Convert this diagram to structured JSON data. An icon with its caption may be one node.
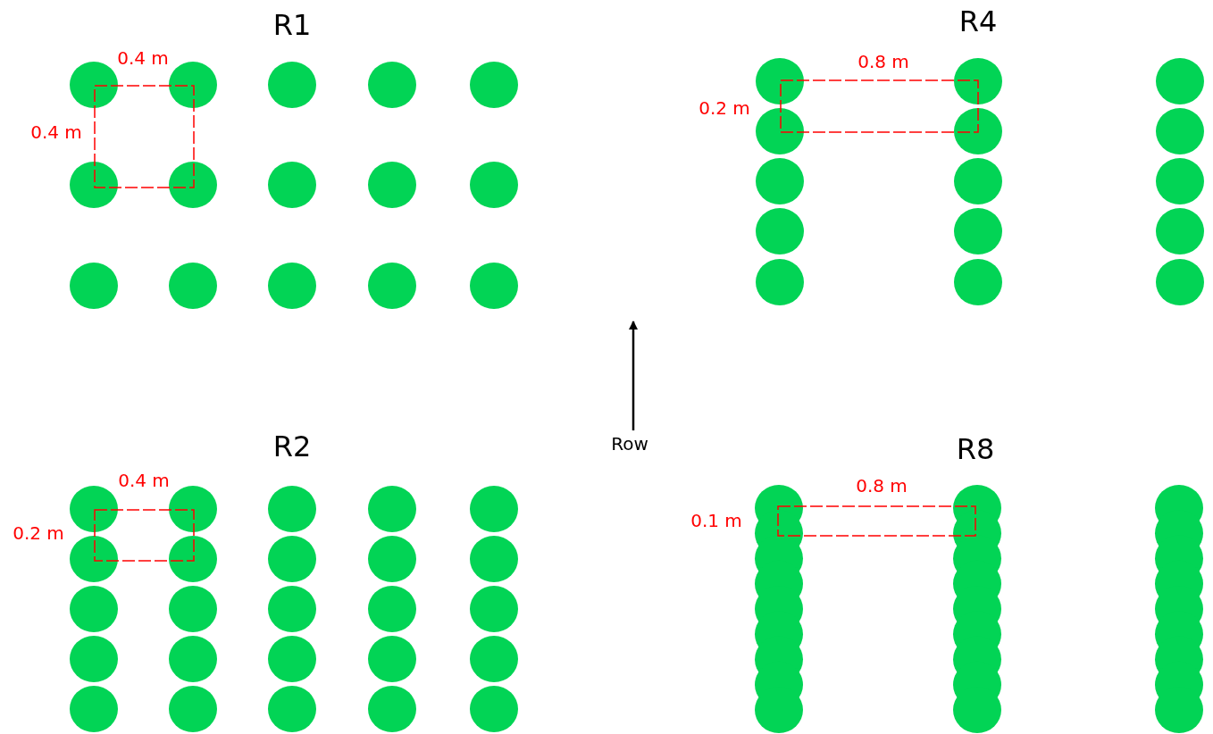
{
  "diagram": {
    "labels": [
      "R1",
      "0.4 m",
      "0.4 m",
      "R4",
      "0.8 m",
      "0.2 m",
      "Row",
      "R2",
      "0.4 m",
      "0.2 m",
      "R8",
      "0.8 m",
      "0.1 m"
    ]
  }
}
